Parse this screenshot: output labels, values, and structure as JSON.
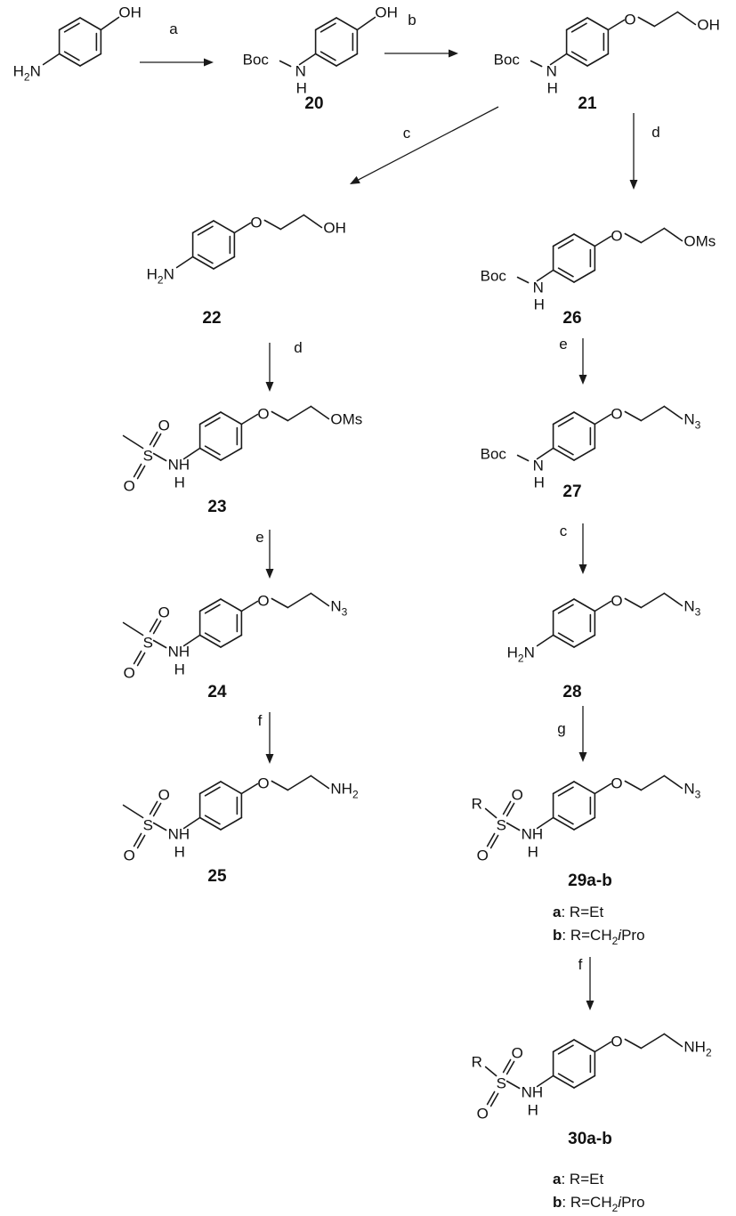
{
  "compounds": [
    {
      "id": "start",
      "label": ""
    },
    {
      "id": "c20",
      "label": "20"
    },
    {
      "id": "c21",
      "label": "21"
    },
    {
      "id": "c22",
      "label": "22"
    },
    {
      "id": "c23",
      "label": "23"
    },
    {
      "id": "c24",
      "label": "24"
    },
    {
      "id": "c25",
      "label": "25"
    },
    {
      "id": "c26",
      "label": "26"
    },
    {
      "id": "c27",
      "label": "27"
    },
    {
      "id": "c28",
      "label": "28"
    },
    {
      "id": "c29",
      "label": "29a-b"
    },
    {
      "id": "c30",
      "label": "30a-b"
    }
  ],
  "arrows": [
    {
      "id": "a1",
      "label": "a"
    },
    {
      "id": "a2",
      "label": "b"
    },
    {
      "id": "a3",
      "label": "c"
    },
    {
      "id": "a4",
      "label": "d"
    },
    {
      "id": "a5",
      "label": "d"
    },
    {
      "id": "a6",
      "label": "e"
    },
    {
      "id": "a7",
      "label": "e"
    },
    {
      "id": "a8",
      "label": "f"
    },
    {
      "id": "a9",
      "label": "c"
    },
    {
      "id": "a10",
      "label": "g"
    },
    {
      "id": "a11",
      "label": "f"
    }
  ],
  "notes": {
    "n29a": {
      "key": "a",
      "text": ": R=Et"
    },
    "n29b": {
      "key": "b",
      "text": ": R=CH",
      "sub": "2",
      "italic": "i",
      "tail": "Pro"
    },
    "n30a": {
      "key": "a",
      "text": ": R=Et"
    },
    "n30b": {
      "key": "b",
      "text": ": R=CH",
      "sub": "2",
      "italic": "i",
      "tail": "Pro"
    }
  },
  "atoms": {
    "OH": "OH",
    "H2N": "H",
    "NH2": "NH",
    "two": "2",
    "Boc": "Boc",
    "N": "N",
    "H": "H",
    "O": "O",
    "OMs": "OMs",
    "N3": "N",
    "three": "3",
    "S": "S",
    "NH": "NH",
    "R": "R"
  }
}
